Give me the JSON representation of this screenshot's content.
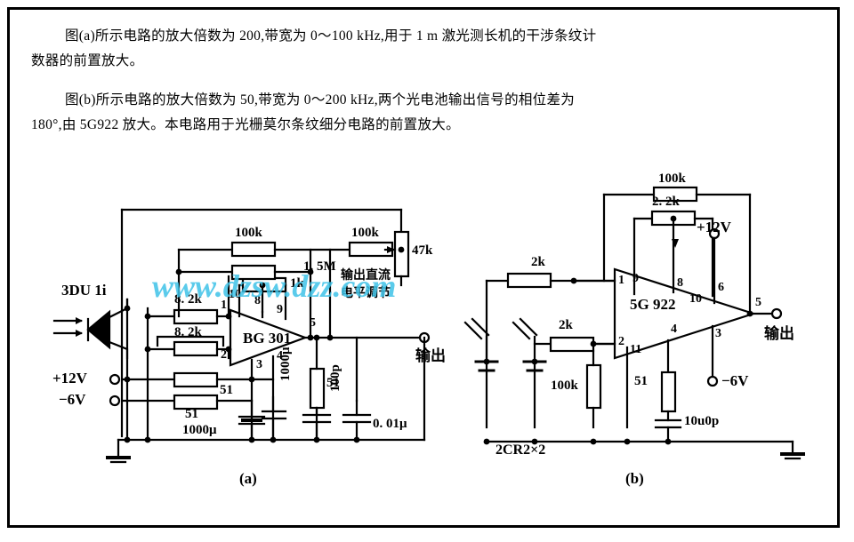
{
  "document": {
    "paragraph_1_line_1": "图(a)所示电路的放大倍数为 200,带宽为 0～100 kHz,用于 1 m 激光测长机的干涉条纹计",
    "paragraph_1_line_2": "数器的前置放大。",
    "paragraph_2_line_1": "图(b)所示电路的放大倍数为 50,带宽为 0～200 kHz,两个光电池输出信号的相位差为",
    "paragraph_2_line_2": "180°,由 5G922 放大。本电路用于光栅莫尔条纹细分电路的前置放大。",
    "watermark": "www.dzsw.dzz.com",
    "border_color": "#000000",
    "watermark_color": "#3fc3e8"
  },
  "circuit_a": {
    "caption": "(a)",
    "sensor_label": "3DU 1i",
    "opamp_label": "BG 301",
    "opamp_pins": [
      "1",
      "2",
      "3",
      "4",
      "5",
      "8",
      "9",
      "10"
    ],
    "supply_pos": "+12V",
    "supply_neg": "−6V",
    "output_label": "输出",
    "adjust_label_line1": "输出直流",
    "adjust_label_line2": "电平调节",
    "components": [
      {
        "name": "r-8k2-top",
        "value": "8. 2k"
      },
      {
        "name": "r-8k2-bottom",
        "value": "8. 2k"
      },
      {
        "name": "r-51-upper",
        "value": "51"
      },
      {
        "name": "r-51-lower",
        "value": "51"
      },
      {
        "name": "r-100k-left",
        "value": "100k"
      },
      {
        "name": "r-100k-right",
        "value": "100k"
      },
      {
        "name": "r-1m5",
        "value": "1. 5M"
      },
      {
        "name": "r-1k",
        "value": "1k"
      },
      {
        "name": "pot-47k",
        "value": "47k"
      },
      {
        "name": "r-51-out",
        "value": "51"
      },
      {
        "name": "c-1000u",
        "value": "1000μ"
      },
      {
        "name": "c-1000u-2",
        "value": "1000μ"
      },
      {
        "name": "c-100p",
        "value": "100p"
      },
      {
        "name": "c-0p01u",
        "value": "0. 01μ"
      }
    ]
  },
  "circuit_b": {
    "caption": "(b)",
    "sensor_label": "2CR2×2",
    "opamp_label": "5G 922",
    "opamp_pins": [
      "1",
      "2",
      "3",
      "4",
      "5",
      "6",
      "8",
      "9",
      "10",
      "11"
    ],
    "supply_pos": "+12V",
    "supply_neg": "−6V",
    "output_label": "输出",
    "components": [
      {
        "name": "r-2k-top",
        "value": "2k"
      },
      {
        "name": "r-2k-bottom",
        "value": "2k"
      },
      {
        "name": "r-100k",
        "value": "100k"
      },
      {
        "name": "r-2k2",
        "value": "2. 2k"
      },
      {
        "name": "r-100k-fb",
        "value": "100k"
      },
      {
        "name": "r-51",
        "value": "51"
      },
      {
        "name": "c-1000p",
        "value": "10u0p"
      }
    ]
  }
}
